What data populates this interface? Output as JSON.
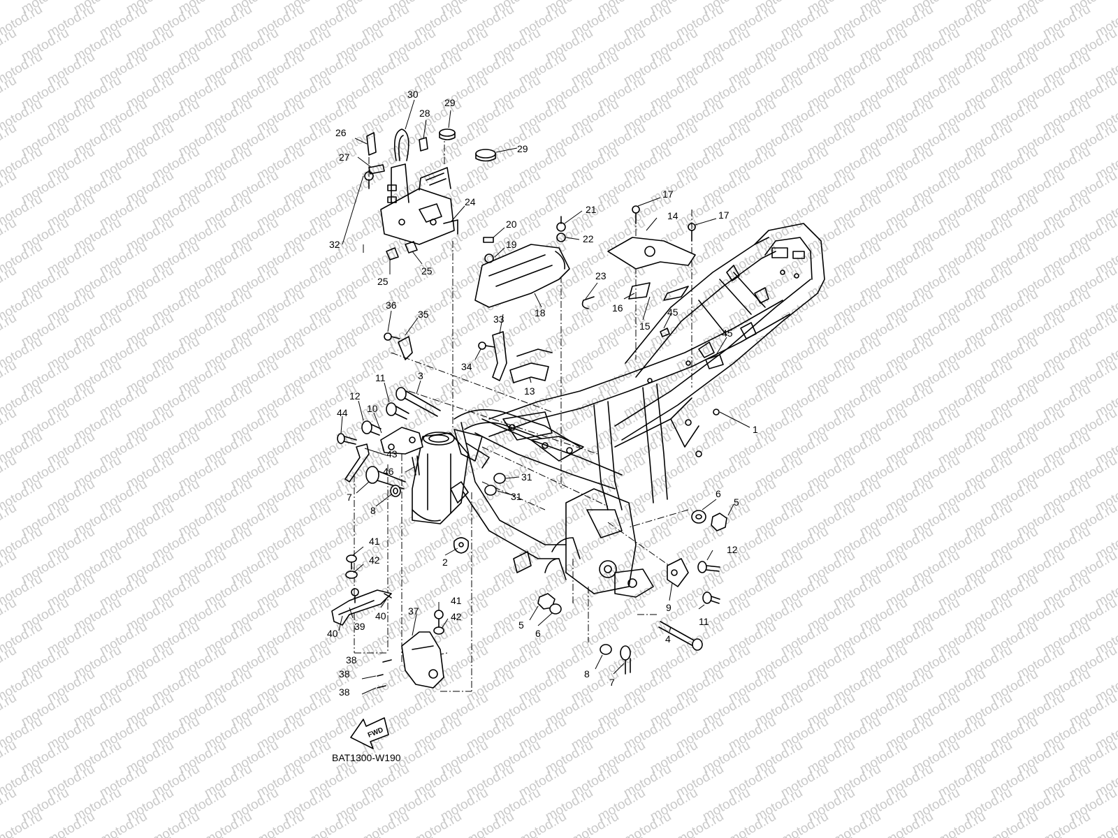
{
  "watermark_text": "motod.ru",
  "diagram_code": "BAT1300-W190",
  "fwd_label": "FWD",
  "callouts": [
    {
      "id": "c1",
      "text": "1"
    },
    {
      "id": "c2",
      "text": "2"
    },
    {
      "id": "c3",
      "text": "3"
    },
    {
      "id": "c4",
      "text": "4"
    },
    {
      "id": "c5a",
      "text": "5"
    },
    {
      "id": "c5b",
      "text": "5"
    },
    {
      "id": "c6a",
      "text": "6"
    },
    {
      "id": "c6b",
      "text": "6"
    },
    {
      "id": "c7a",
      "text": "7"
    },
    {
      "id": "c7b",
      "text": "7"
    },
    {
      "id": "c8a",
      "text": "8"
    },
    {
      "id": "c8b",
      "text": "8"
    },
    {
      "id": "c9",
      "text": "9"
    },
    {
      "id": "c10",
      "text": "10"
    },
    {
      "id": "c11a",
      "text": "11"
    },
    {
      "id": "c11b",
      "text": "11"
    },
    {
      "id": "c12a",
      "text": "12"
    },
    {
      "id": "c12b",
      "text": "12"
    },
    {
      "id": "c13",
      "text": "13"
    },
    {
      "id": "c14",
      "text": "14"
    },
    {
      "id": "c15",
      "text": "15"
    },
    {
      "id": "c16",
      "text": "16"
    },
    {
      "id": "c17a",
      "text": "17"
    },
    {
      "id": "c17b",
      "text": "17"
    },
    {
      "id": "c18",
      "text": "18"
    },
    {
      "id": "c19",
      "text": "19"
    },
    {
      "id": "c20",
      "text": "20"
    },
    {
      "id": "c21",
      "text": "21"
    },
    {
      "id": "c22",
      "text": "22"
    },
    {
      "id": "c23",
      "text": "23"
    },
    {
      "id": "c24",
      "text": "24"
    },
    {
      "id": "c25a",
      "text": "25"
    },
    {
      "id": "c25b",
      "text": "25"
    },
    {
      "id": "c26",
      "text": "26"
    },
    {
      "id": "c27",
      "text": "27"
    },
    {
      "id": "c28",
      "text": "28"
    },
    {
      "id": "c29a",
      "text": "29"
    },
    {
      "id": "c29b",
      "text": "29"
    },
    {
      "id": "c30",
      "text": "30"
    },
    {
      "id": "c31a",
      "text": "31"
    },
    {
      "id": "c31b",
      "text": "31"
    },
    {
      "id": "c32",
      "text": "32"
    },
    {
      "id": "c33",
      "text": "33"
    },
    {
      "id": "c34",
      "text": "34"
    },
    {
      "id": "c35",
      "text": "35"
    },
    {
      "id": "c36",
      "text": "36"
    },
    {
      "id": "c37",
      "text": "37"
    },
    {
      "id": "c38a",
      "text": "38"
    },
    {
      "id": "c38b",
      "text": "38"
    },
    {
      "id": "c38c",
      "text": "38"
    },
    {
      "id": "c39",
      "text": "39"
    },
    {
      "id": "c40a",
      "text": "40"
    },
    {
      "id": "c40b",
      "text": "40"
    },
    {
      "id": "c41a",
      "text": "41"
    },
    {
      "id": "c41b",
      "text": "41"
    },
    {
      "id": "c42a",
      "text": "42"
    },
    {
      "id": "c42b",
      "text": "42"
    },
    {
      "id": "c43",
      "text": "43"
    },
    {
      "id": "c44",
      "text": "44"
    },
    {
      "id": "c45a",
      "text": "45"
    },
    {
      "id": "c45b",
      "text": "45"
    },
    {
      "id": "c46",
      "text": "46"
    }
  ]
}
